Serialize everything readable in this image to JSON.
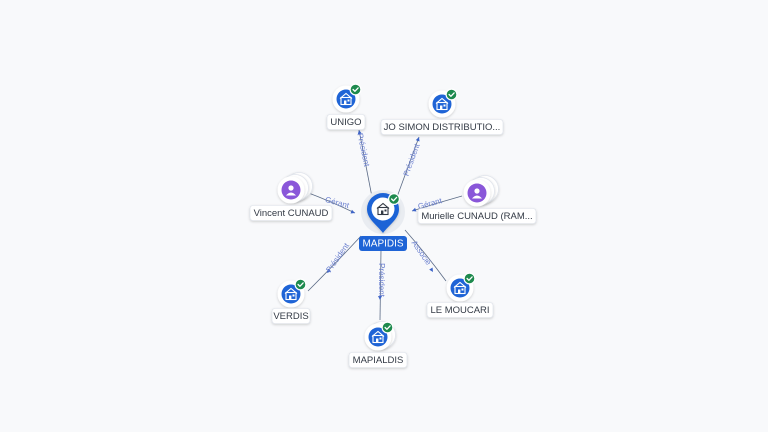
{
  "colors": {
    "company": "#1f64d6",
    "person": "#8a57d9",
    "check": "#1e8a4e",
    "center_badge": "#1f64d6",
    "edge_label": "#6a7fcf"
  },
  "center": {
    "label": "MAPIDIS",
    "icon": "building-icon"
  },
  "nodes": [
    {
      "id": "unigo",
      "label": "UNIGO",
      "type": "company",
      "icon": "building-icon",
      "verified": true,
      "stack": 1
    },
    {
      "id": "josimon",
      "label": "JO SIMON DISTRIBUTIO...",
      "type": "company",
      "icon": "building-icon",
      "verified": true,
      "stack": 1
    },
    {
      "id": "vincent",
      "label": "Vincent CUNAUD",
      "type": "person",
      "icon": "person-icon",
      "verified": false,
      "stack": 3
    },
    {
      "id": "murielle",
      "label": "Murielle CUNAUD (RAM...",
      "type": "person",
      "icon": "person-icon",
      "verified": false,
      "stack": 3
    },
    {
      "id": "verdis",
      "label": "VERDIS",
      "type": "company",
      "icon": "building-icon",
      "verified": true,
      "stack": 1
    },
    {
      "id": "moucari",
      "label": "LE MOUCARI",
      "type": "company",
      "icon": "building-icon",
      "verified": true,
      "stack": 1
    },
    {
      "id": "mapialdis",
      "label": "MAPIALDIS",
      "type": "company",
      "icon": "building-icon",
      "verified": true,
      "stack": 2
    }
  ],
  "edges": [
    {
      "to": "unigo",
      "label": "Président"
    },
    {
      "to": "josimon",
      "label": "Président"
    },
    {
      "to": "vincent",
      "label": "Gérant"
    },
    {
      "to": "murielle",
      "label": "Gérant"
    },
    {
      "to": "verdis",
      "label": "Président"
    },
    {
      "to": "moucari",
      "label": "Associé"
    },
    {
      "to": "mapialdis",
      "label": "Président"
    }
  ]
}
